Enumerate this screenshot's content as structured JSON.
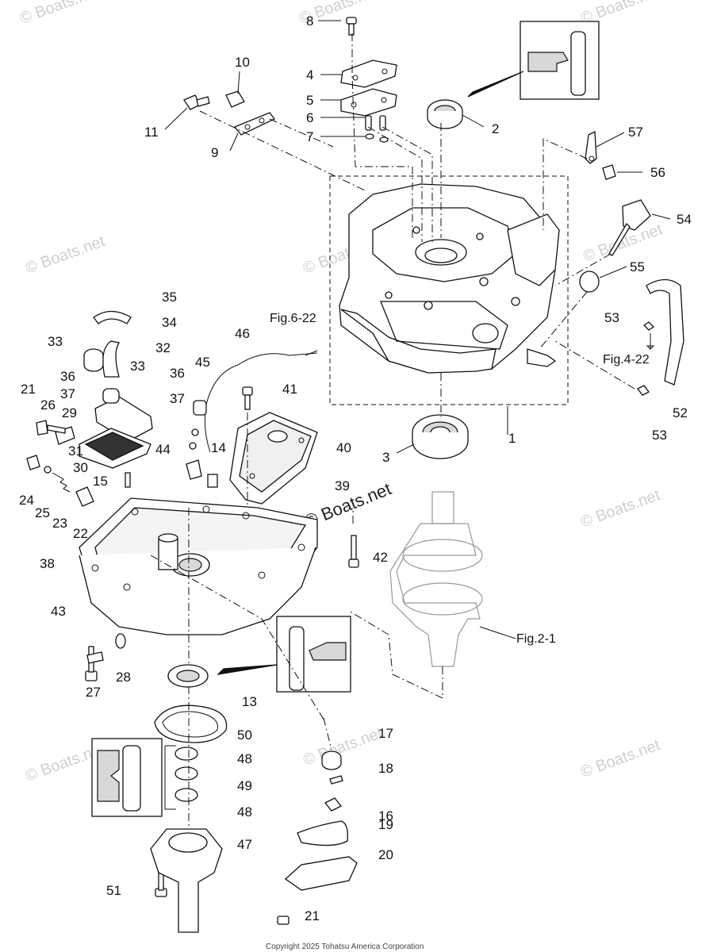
{
  "labels": {
    "p1": "1",
    "p2": "2",
    "p3": "3",
    "p4": "4",
    "p5": "5",
    "p6": "6",
    "p7": "7",
    "p8": "8",
    "p9": "9",
    "p10": "10",
    "p11": "11",
    "p13": "13",
    "p14": "14",
    "p15": "15",
    "p16": "16",
    "p17": "17",
    "p18": "18",
    "p19": "19",
    "p20": "20",
    "p21a": "21",
    "p21b": "21",
    "p22": "22",
    "p23": "23",
    "p24": "24",
    "p25": "25",
    "p26": "26",
    "p27": "27",
    "p28": "28",
    "p29": "29",
    "p30": "30",
    "p31": "31",
    "p32": "32",
    "p33a": "33",
    "p33b": "33",
    "p34": "34",
    "p35": "35",
    "p36a": "36",
    "p36b": "36",
    "p37a": "37",
    "p37b": "37",
    "p38": "38",
    "p39": "39",
    "p40": "40",
    "p41": "41",
    "p42": "42",
    "p43": "43",
    "p44": "44",
    "p45": "45",
    "p46": "46",
    "p47": "47",
    "p48a": "48",
    "p48b": "48",
    "p49": "49",
    "p50": "50",
    "p51": "51",
    "p52": "52",
    "p53a": "53",
    "p53b": "53",
    "p54": "54",
    "p55": "55",
    "p56": "56",
    "p57": "57"
  },
  "refs": {
    "fig6_22": "Fig.6-22",
    "fig4_22": "Fig.4-22",
    "fig2_1": "Fig.2-1"
  },
  "watermark": "© Boats.net",
  "copyright": "Copyright 2025 Tohatsu America Corporation"
}
